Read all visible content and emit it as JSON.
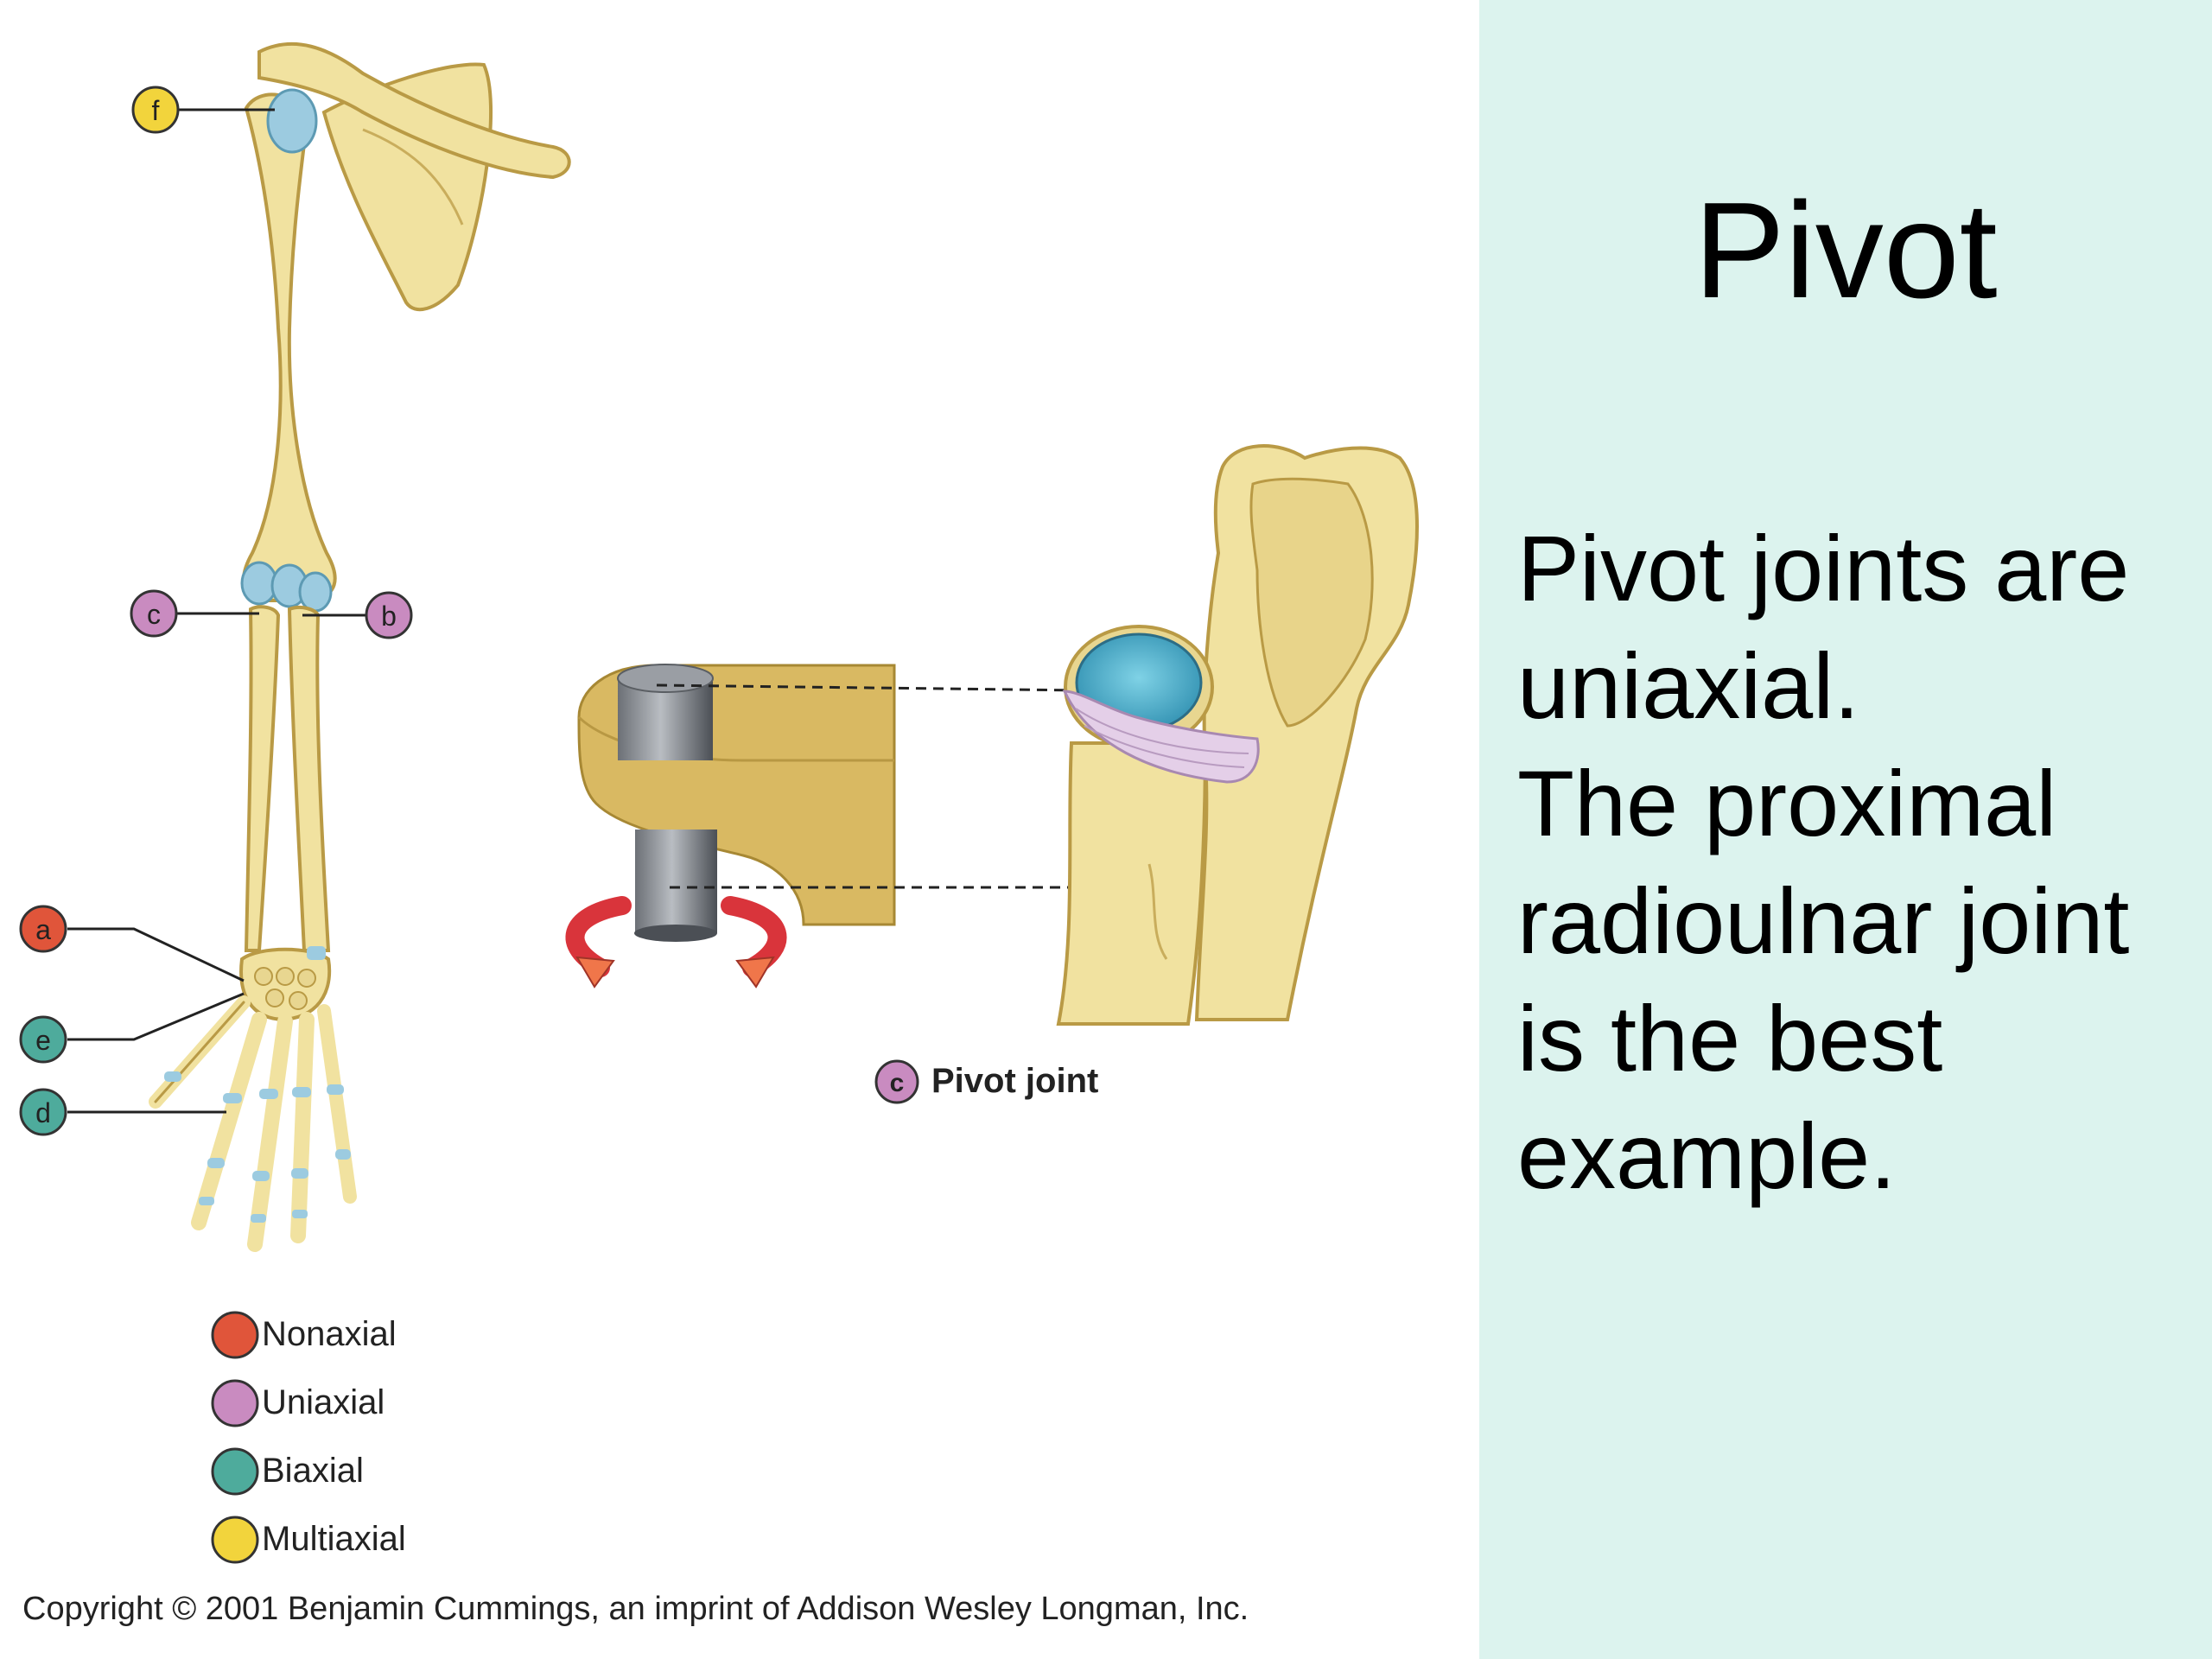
{
  "slide": {
    "title": "Pivot",
    "body_lines": [
      "Pivot joints are",
      "uniaxial.",
      "The proximal",
      "radioulnar joint",
      "is the best",
      "example."
    ]
  },
  "figure": {
    "markers": [
      {
        "letter": "f",
        "color": "#f2d43c"
      },
      {
        "letter": "c",
        "color": "#c98bc0"
      },
      {
        "letter": "b",
        "color": "#c98bc0"
      },
      {
        "letter": "a",
        "color": "#e0553a"
      },
      {
        "letter": "e",
        "color": "#4eab9c"
      },
      {
        "letter": "d",
        "color": "#4eab9c"
      }
    ],
    "pivot_label": {
      "letter": "c",
      "text": "Pivot joint",
      "color": "#c98bc0"
    },
    "legend": [
      {
        "label": "Nonaxial",
        "color": "#e0553a"
      },
      {
        "label": "Uniaxial",
        "color": "#c98bc0"
      },
      {
        "label": "Biaxial",
        "color": "#4eab9c"
      },
      {
        "label": "Multiaxial",
        "color": "#f2d43c"
      }
    ],
    "copyright": "Copyright © 2001 Benjamin Cummings, an imprint of Addison Wesley Longman, Inc."
  },
  "colors": {
    "bone": "#f1e2a0",
    "bone_outline": "#b99a45",
    "cartilage": "#9ccbe0",
    "panel_bg": "#dcf3ee"
  }
}
